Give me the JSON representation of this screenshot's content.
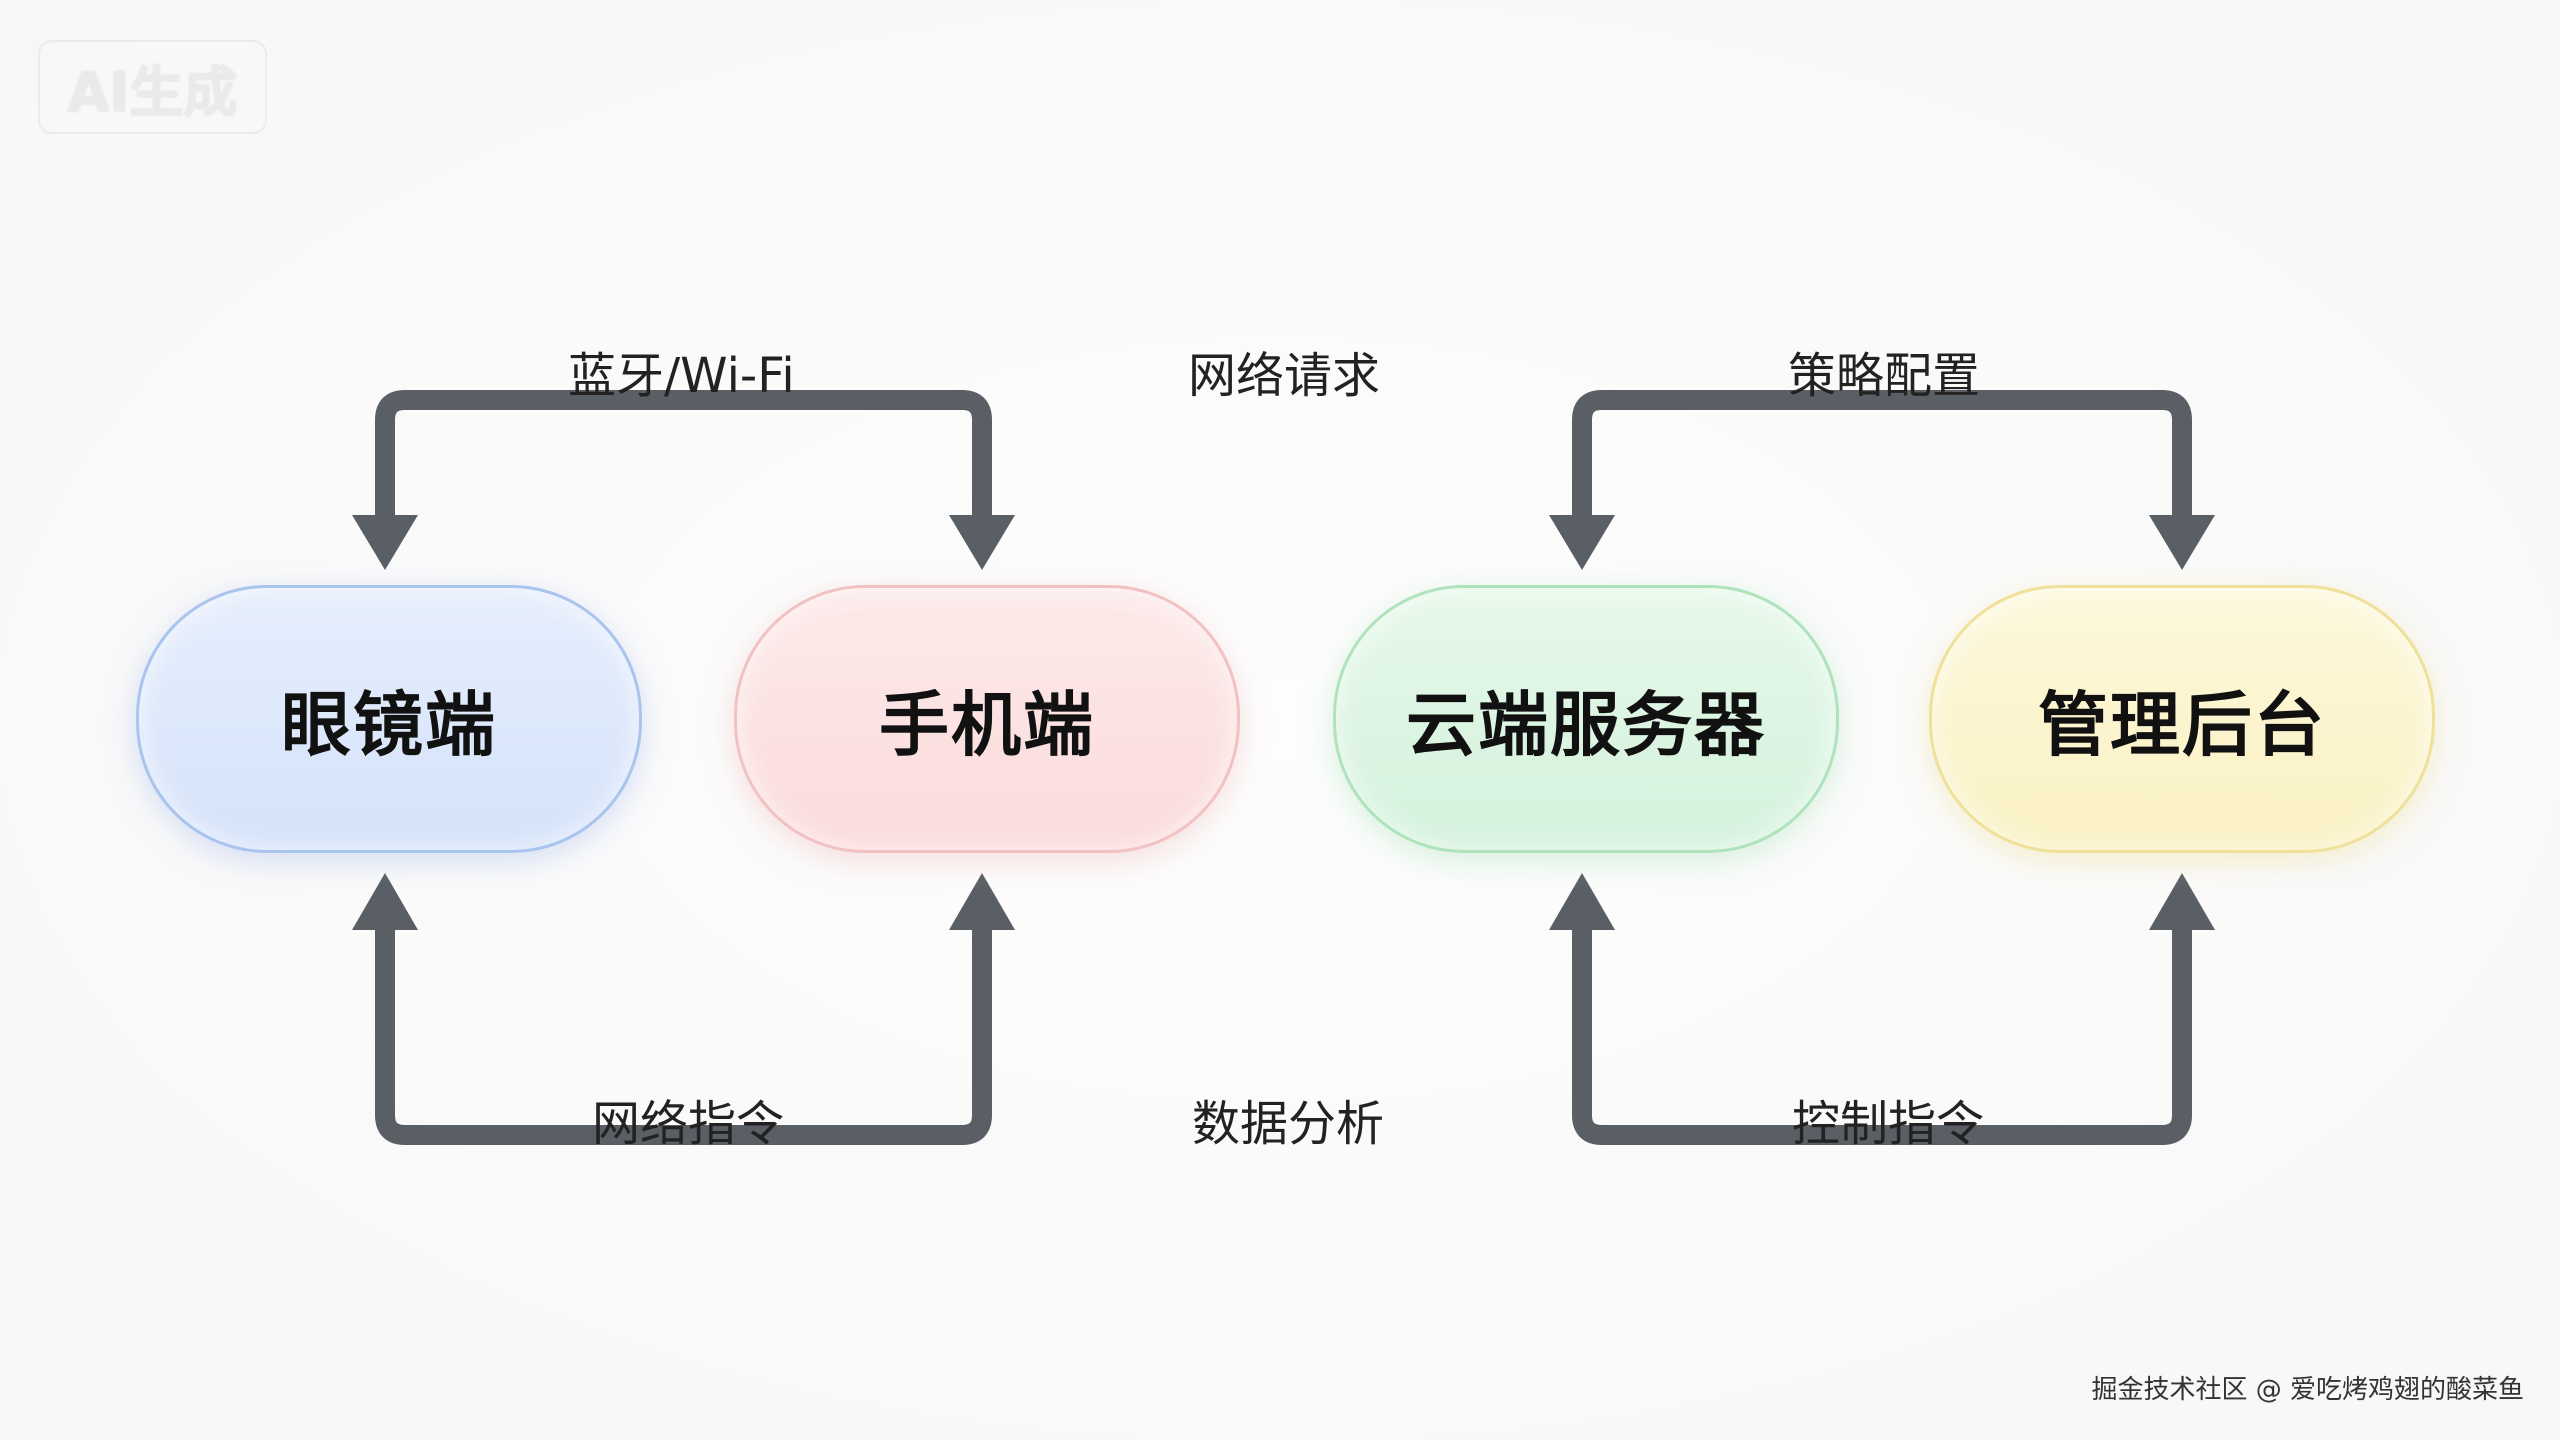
{
  "badge": {
    "text": "AI生成"
  },
  "nodes": {
    "glasses": "眼镜端",
    "phone": "手机端",
    "cloud": "云端服务器",
    "admin": "管理后台"
  },
  "labels": {
    "bluetooth_wifi": "蓝牙/Wi-Fi",
    "network_request": "网络请求",
    "policy_config": "策略配置",
    "network_command": "网络指令",
    "data_analysis": "数据分析",
    "control_command": "控制指令"
  },
  "watermark": "掘金技术社区 @ 爱吃烤鸡翅的酸菜鱼",
  "colors": {
    "arrow": "#5a5f66",
    "glasses_fill": "#dce7fb",
    "phone_fill": "#fbe0e0",
    "cloud_fill": "#dcf4e2",
    "admin_fill": "#fbf4cc"
  }
}
